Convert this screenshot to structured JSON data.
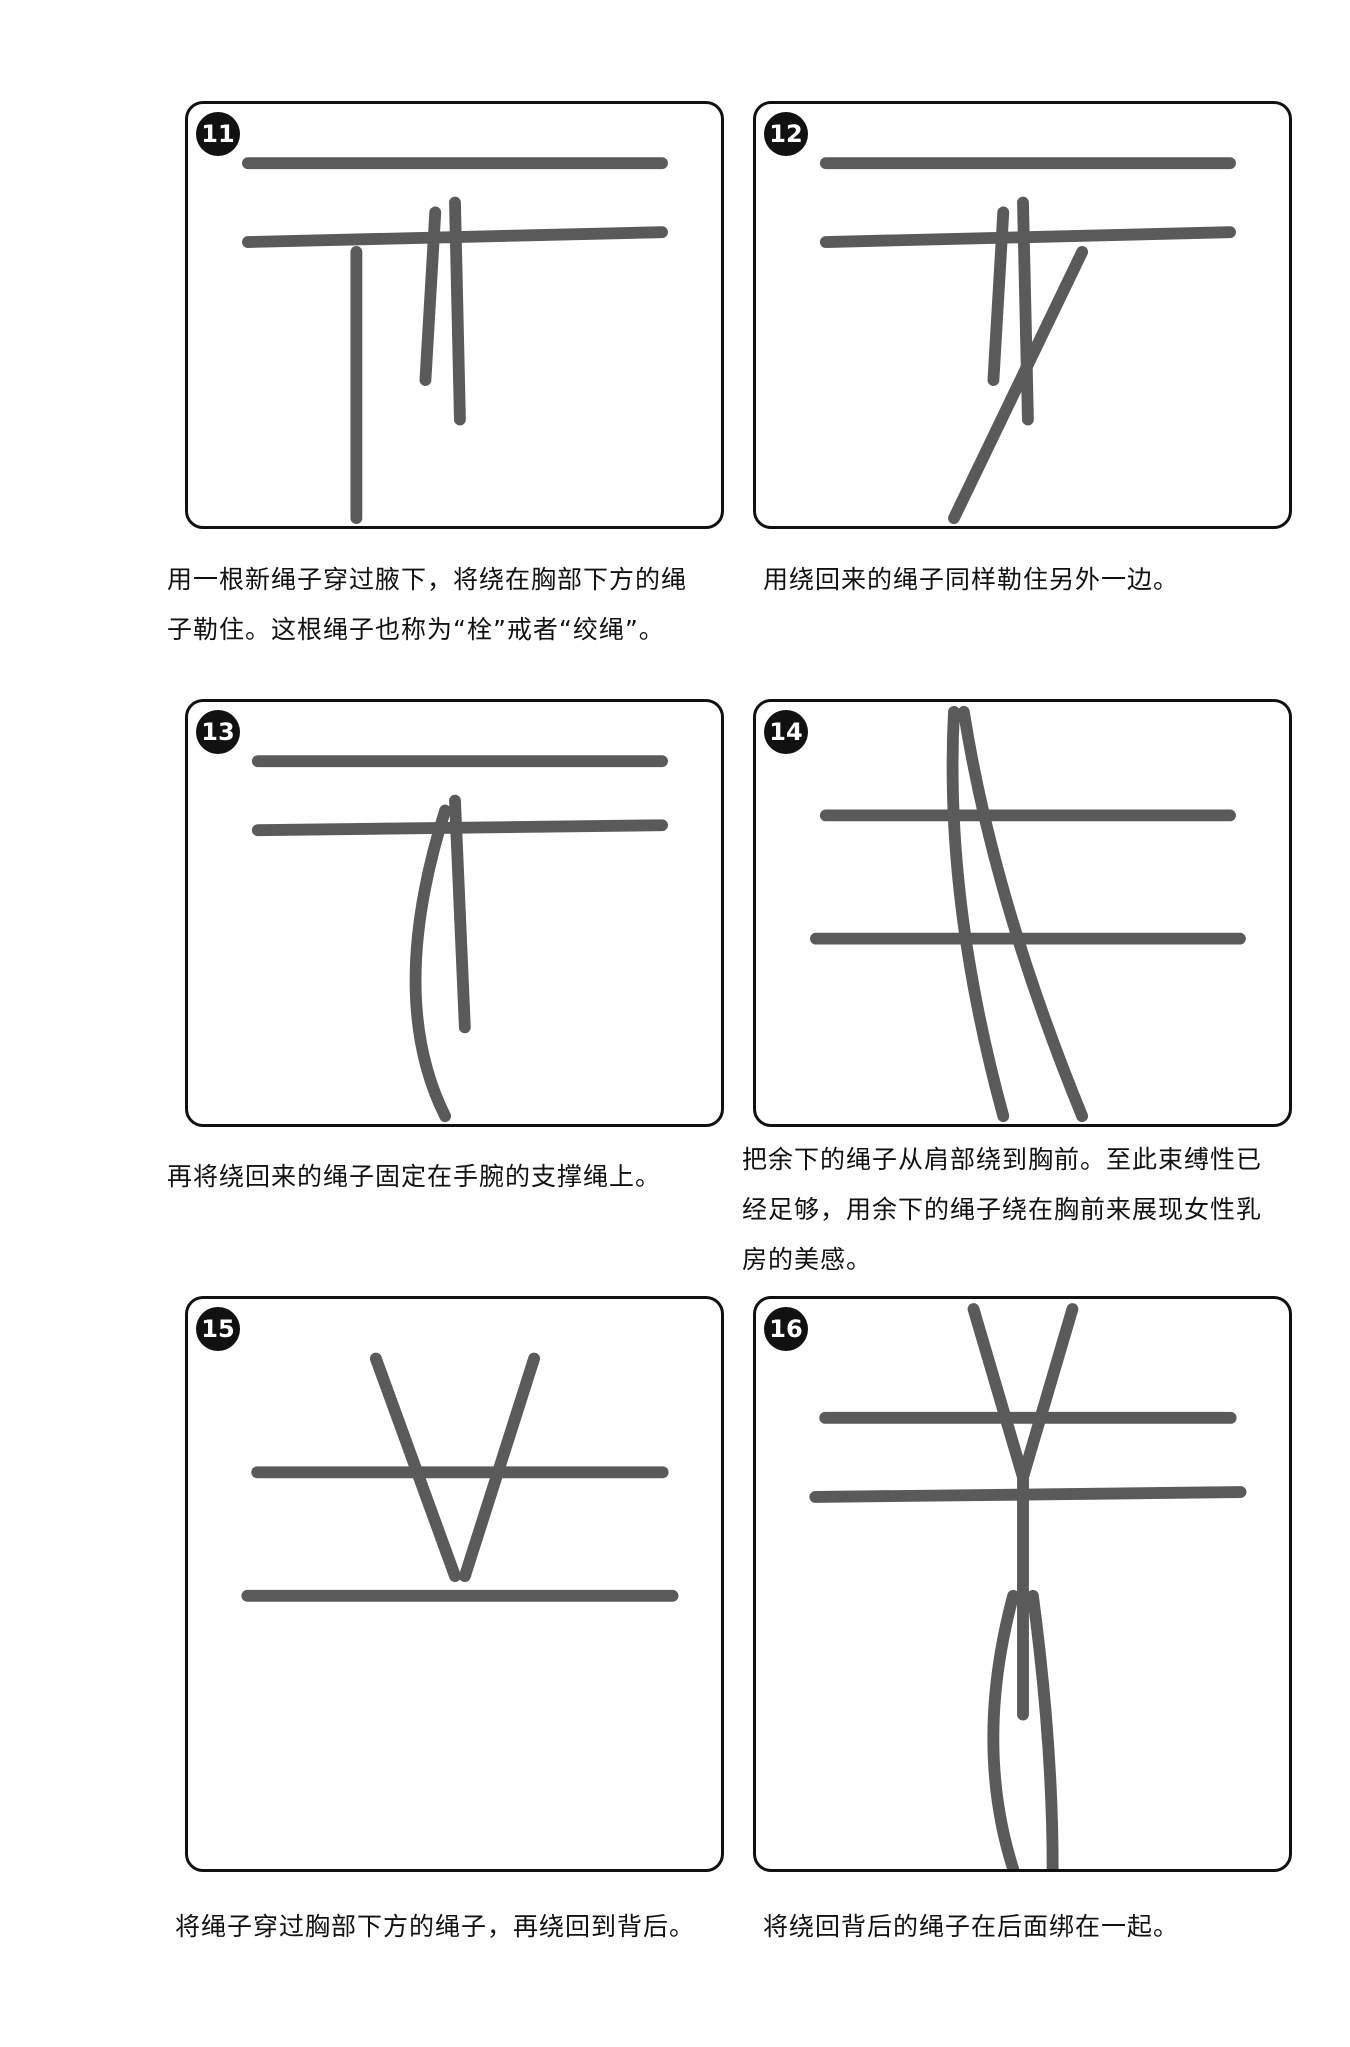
{
  "panels": [
    {
      "number": "11",
      "caption": [
        "用一根新绳子穿过腋下，将绕在胸部下方的绳",
        "子勒住。这根绳子也称为“栓”戒者“绞绳”。"
      ]
    },
    {
      "number": "12",
      "caption": [
        "用绕回来的绳子同样勒住另外一边。"
      ]
    },
    {
      "number": "13",
      "caption": [
        "再将绕回来的绳子固定在手腕的支撑绳上。"
      ]
    },
    {
      "number": "14",
      "caption": [
        "把余下的绳子从肩部绕到胸前。至此束缚性已",
        "经足够，用余下的绳子绕在胸前来展现女性乳",
        "房的美感。"
      ]
    },
    {
      "number": "15",
      "caption": [
        "将绳子穿过胸部下方的绳子，再绕回到背后。"
      ]
    },
    {
      "number": "16",
      "caption": [
        "将绕回背后的绳子在后面绑在一起。"
      ]
    }
  ],
  "colors": {
    "rope": "#5a5a5a",
    "frame": "#111111"
  }
}
